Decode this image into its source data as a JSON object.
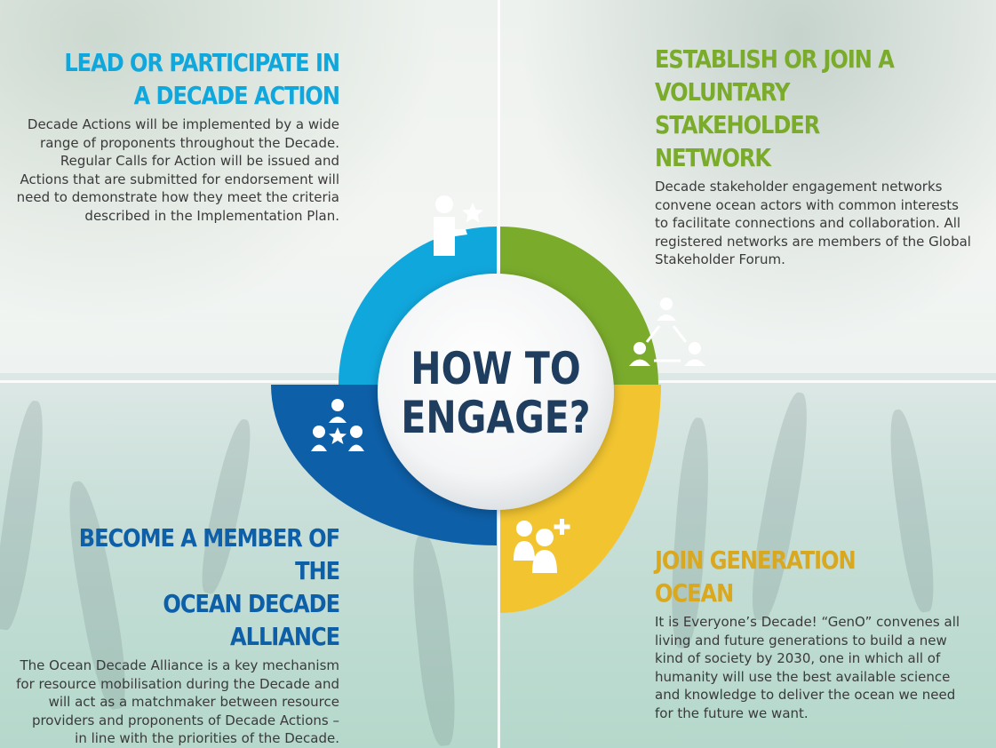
{
  "sections": {
    "lead": {
      "title_line1": "LEAD OR PARTICIPATE IN",
      "title_line2": "A DECADE ACTION",
      "body": "Decade Actions will be implemented by a wide range of proponents throughout the Decade. Regular Calls for Action will be issued and Actions that are submitted for endorsement will need to demonstrate how they meet the criteria described in the Implementation Plan."
    },
    "network": {
      "title_line1": "ESTABLISH OR JOIN A",
      "title_line2": "VOLUNTARY STAKEHOLDER",
      "title_line3": "NETWORK",
      "body": "Decade stakeholder engagement networks convene ocean actors with common interests to facilitate connections and collaboration. All registered networks are members of the Global Stakeholder Forum."
    },
    "alliance": {
      "title_line1": "BECOME A MEMBER OF THE",
      "title_line2": "OCEAN DECADE ALLIANCE",
      "body": "The Ocean Decade Alliance is a key mechanism for resource mobilisation during the Decade and will act as a matchmaker between resource providers and proponents of Decade Actions – in line with the priorities of the Decade."
    },
    "genocean": {
      "title_line1": "JOIN GENERATION OCEAN",
      "body": "It is Everyone’s Decade! “GenO” convenes all living and future generations to build a new kind of society by 2030, one in which all of humanity will use the best available science and knowledge to deliver the ocean we need for the future we want."
    }
  },
  "center": {
    "line1": "HOW TO",
    "line2": "ENGAGE?"
  },
  "colors": {
    "cyan": "#10a7dd",
    "green": "#7aab2b",
    "navy": "#0d5fa8",
    "yellow": "#f2c530",
    "center_text": "#1e3d5f"
  },
  "icons": {
    "lead": "person-with-star-icon",
    "network": "network-triangle-icon",
    "alliance": "group-with-star-icon",
    "genocean": "people-plus-icon"
  }
}
